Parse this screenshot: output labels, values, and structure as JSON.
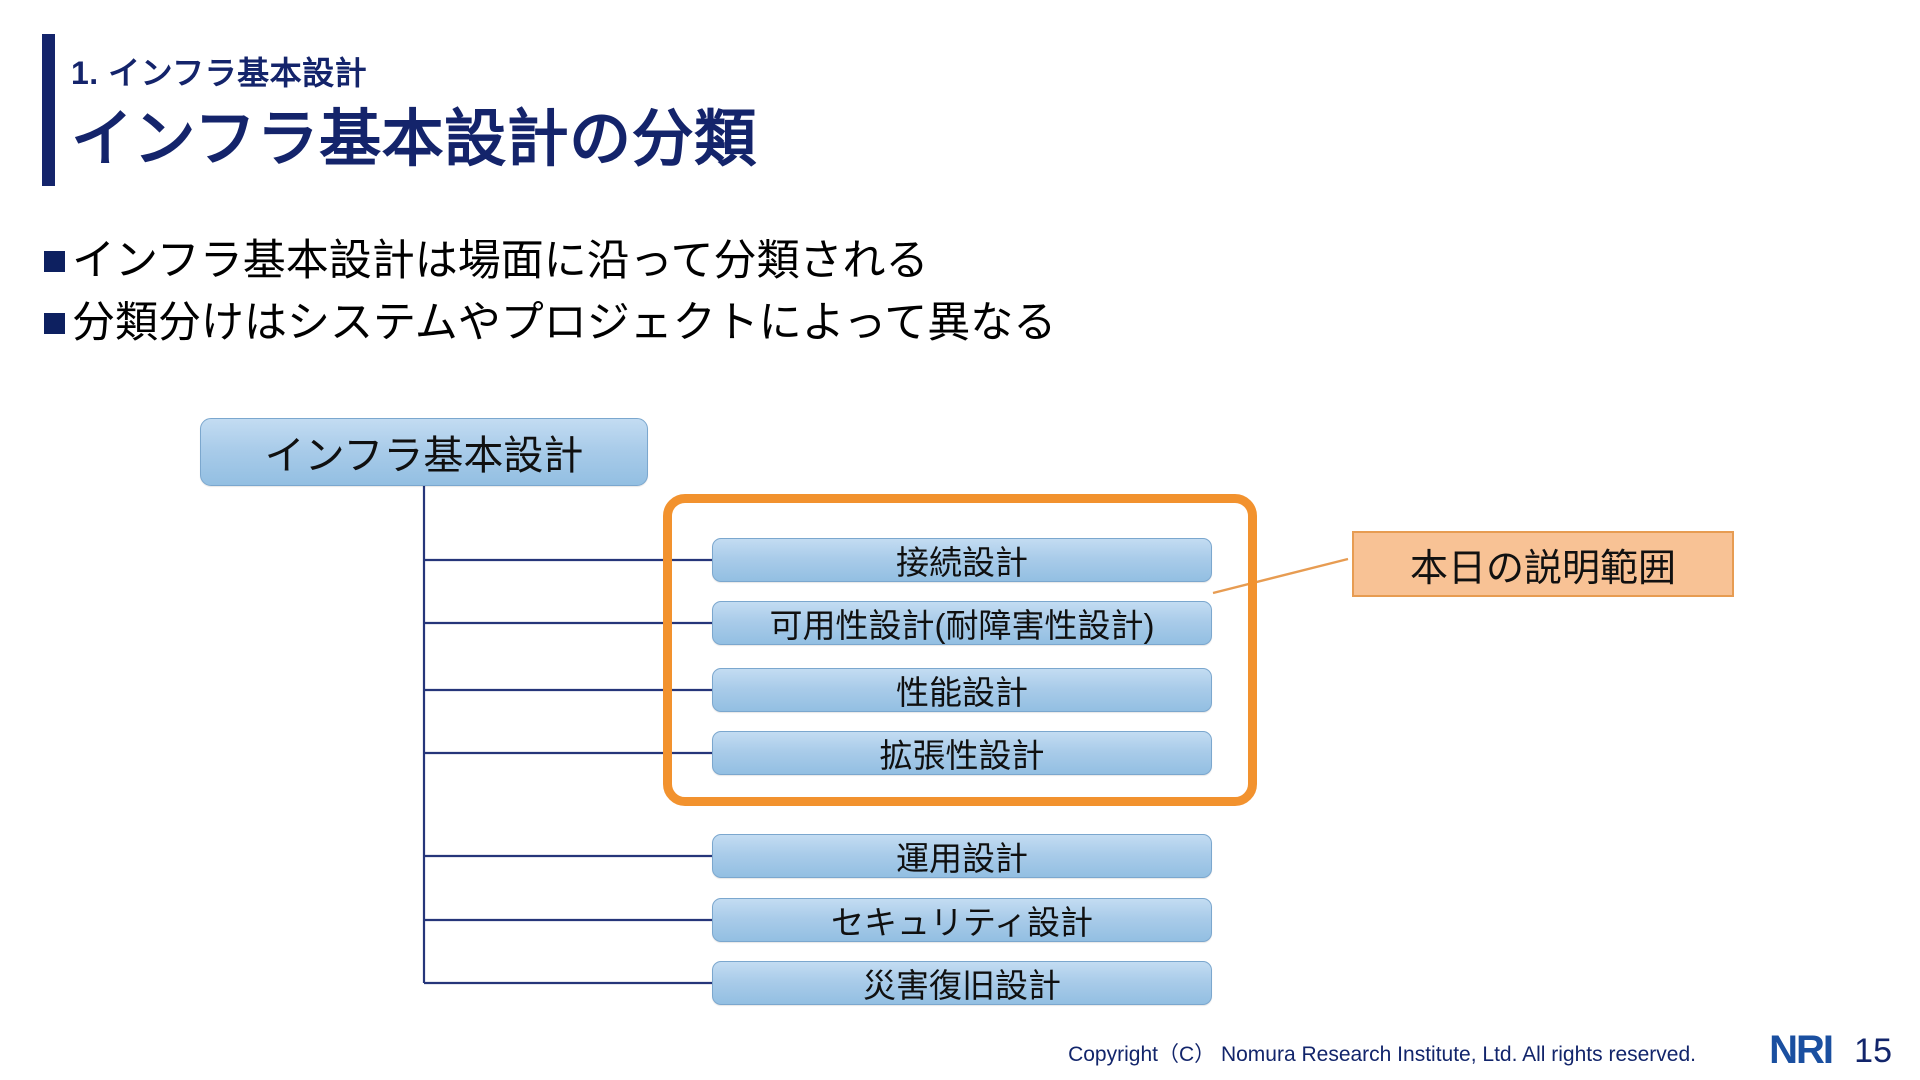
{
  "slide": {
    "eyebrow": "1. インフラ基本設計",
    "title": "インフラ基本設計の分類",
    "accent_color": "#14246b"
  },
  "bullets": [
    {
      "marker": "square-bullet-icon",
      "text": "インフラ基本設計は場面に沿って分類される"
    },
    {
      "marker": "square-bullet-icon",
      "text": "分類分けはシステムやプロジェクトによって異なる"
    }
  ],
  "diagram": {
    "type": "tree",
    "root": {
      "label": "インフラ基本設計"
    },
    "children": [
      {
        "label": "接続設計",
        "highlighted": true
      },
      {
        "label": "可用性設計(耐障害性設計)",
        "highlighted": true
      },
      {
        "label": "性能設計",
        "highlighted": true
      },
      {
        "label": "拡張性設計",
        "highlighted": true
      },
      {
        "label": "運用設計",
        "highlighted": false
      },
      {
        "label": "セキュリティ設計",
        "highlighted": false
      },
      {
        "label": "災害復旧設計",
        "highlighted": false
      }
    ],
    "callout": {
      "label": "本日の説明範囲",
      "fill_color": "#f8c295",
      "border_color": "#e79c52"
    },
    "highlight_color": "#f2922e",
    "node_fill_color": "#a8cbe9",
    "node_border_color": "#7ba7ce",
    "connector_color": "#26367a"
  },
  "footer": {
    "copyright": "Copyright（C）  Nomura Research Institute, Ltd. All rights reserved.",
    "logo": "NRI",
    "page_number": "15"
  }
}
